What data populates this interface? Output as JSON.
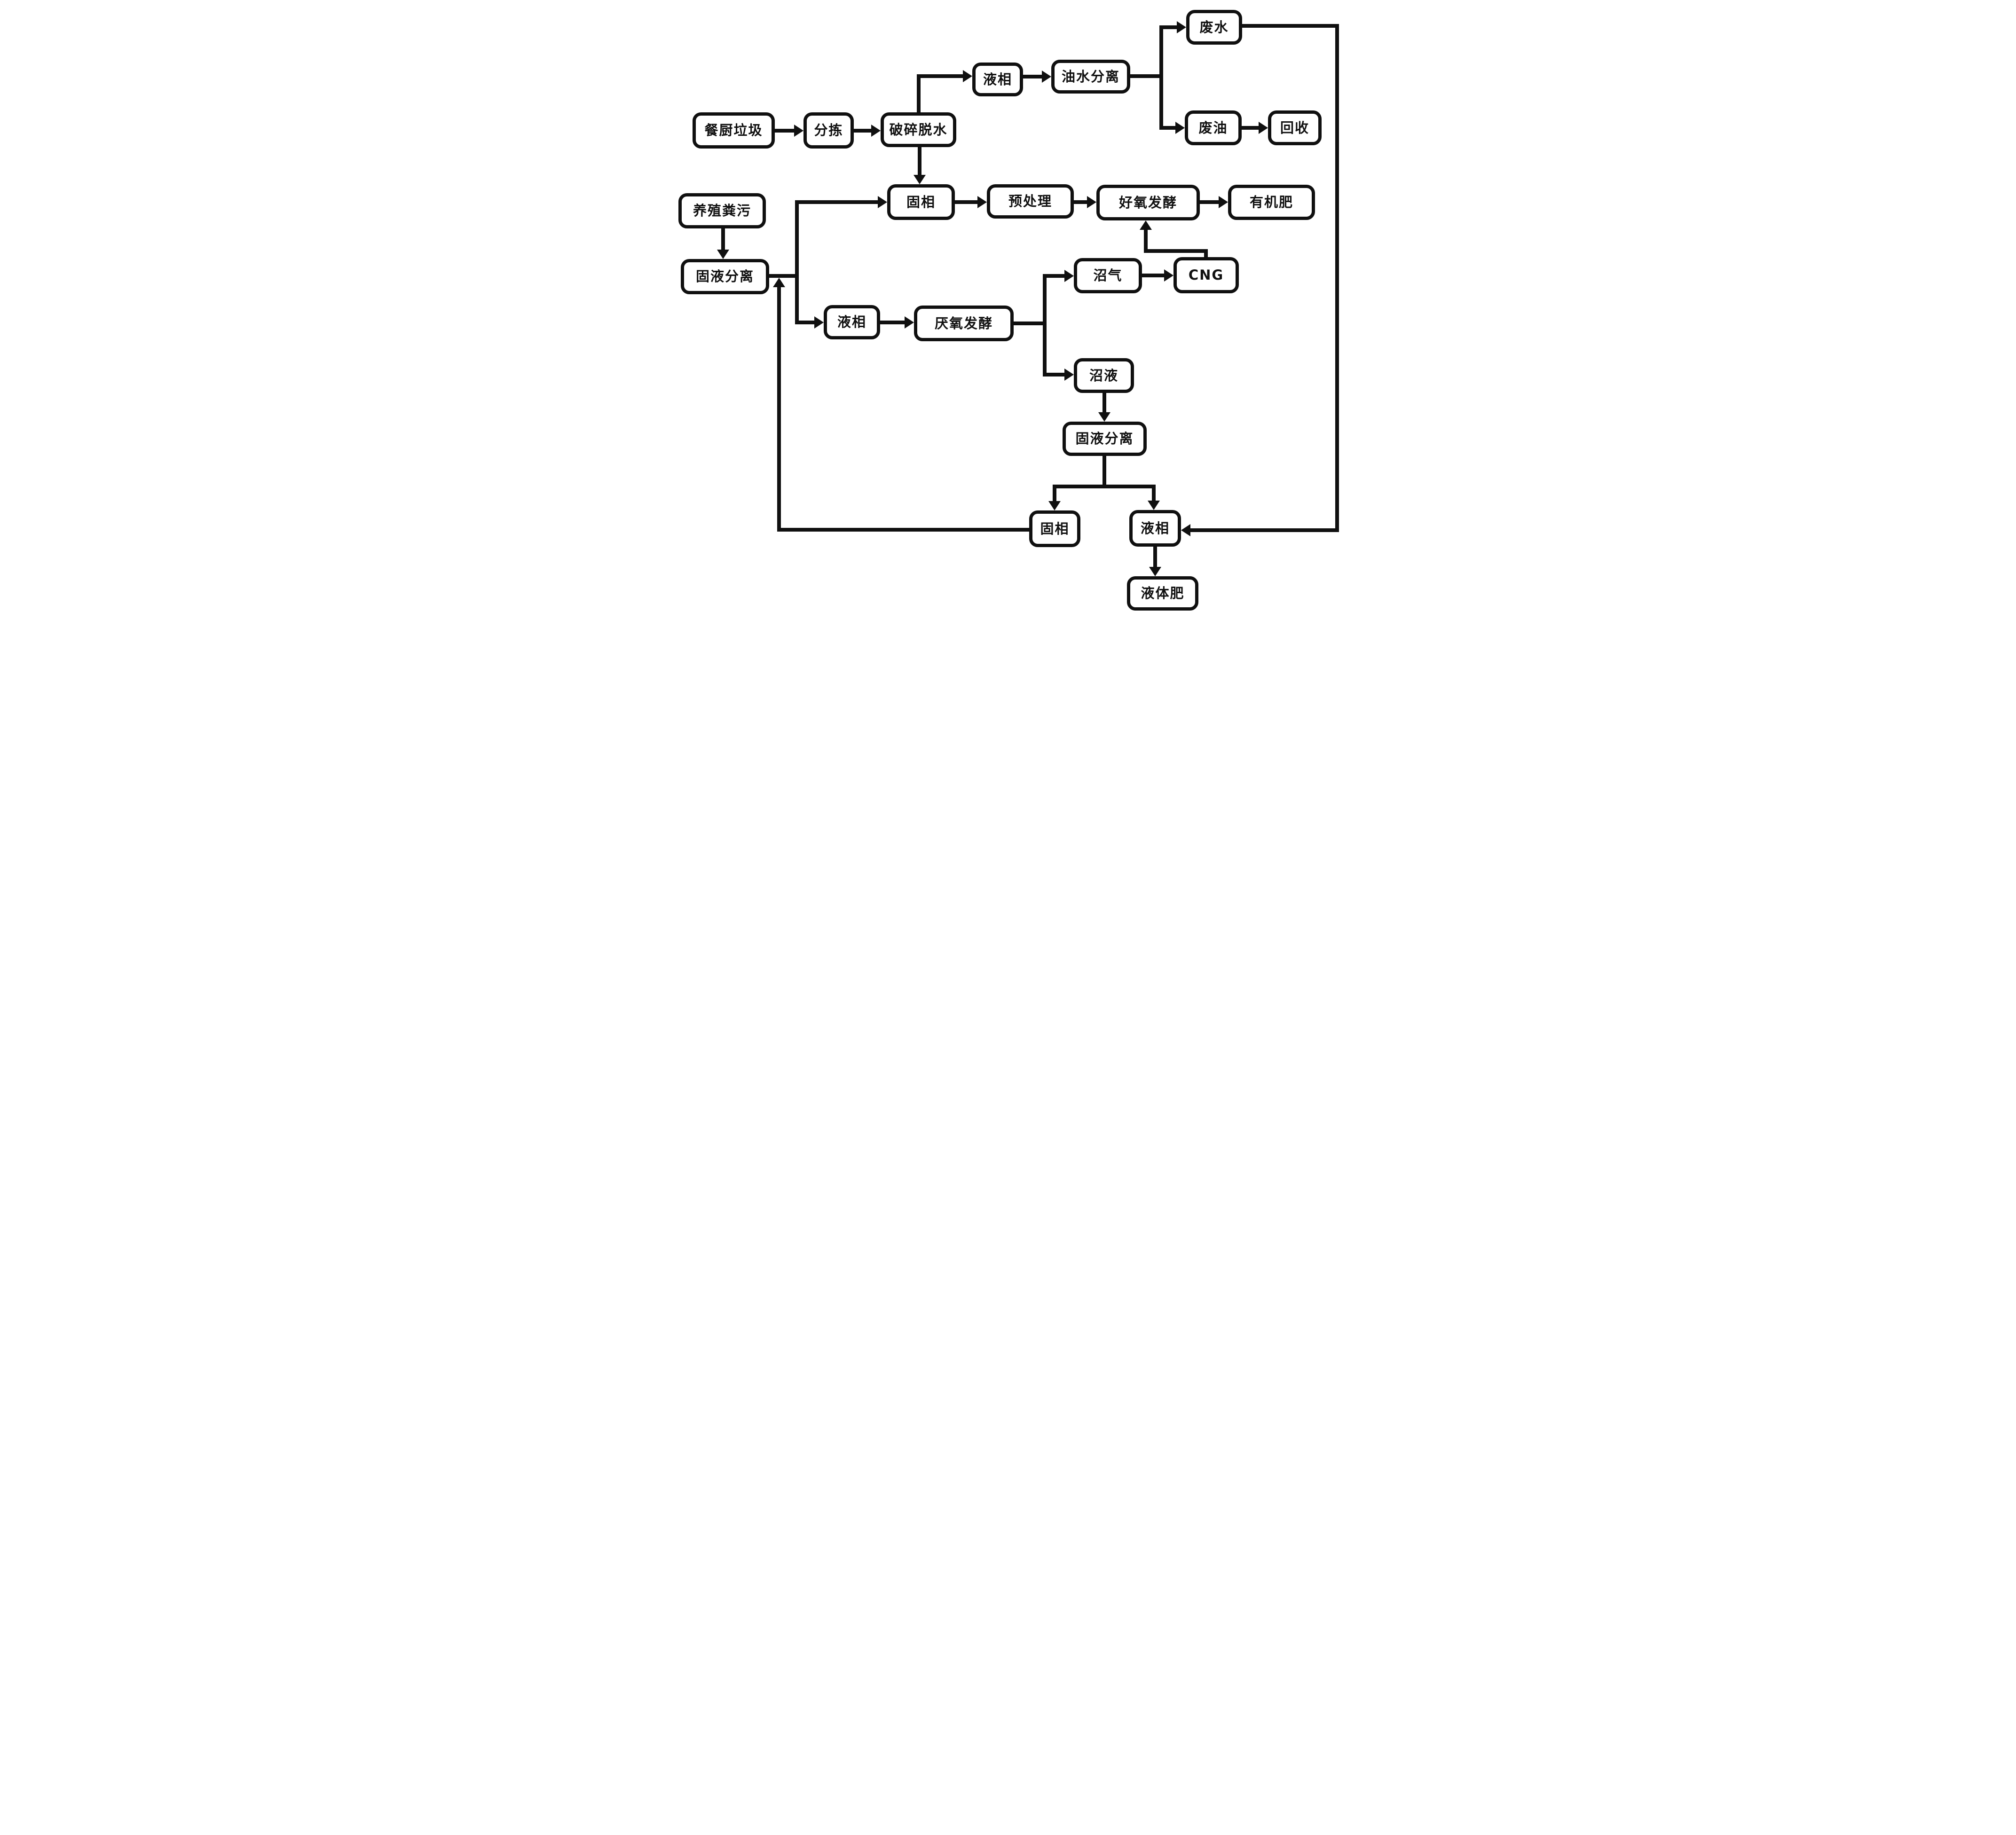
{
  "diagram": {
    "type": "flowchart",
    "background_color": "#ffffff",
    "stroke_color": "#101010",
    "nodes": [
      {
        "id": "kitchen_waste",
        "label": "餐厨垃圾"
      },
      {
        "id": "sorting",
        "label": "分拣"
      },
      {
        "id": "crushing_dewatering",
        "label": "破碎脱水"
      },
      {
        "id": "liquid_phase_top",
        "label": "液相"
      },
      {
        "id": "oil_water_separation",
        "label": "油水分离"
      },
      {
        "id": "waste_water",
        "label": "废水"
      },
      {
        "id": "waste_oil",
        "label": "废油"
      },
      {
        "id": "recycling",
        "label": "回收"
      },
      {
        "id": "solid_phase_mid",
        "label": "固相"
      },
      {
        "id": "pretreatment",
        "label": "预处理"
      },
      {
        "id": "aerobic_fermentation",
        "label": "好氧发酵"
      },
      {
        "id": "organic_fertilizer",
        "label": "有机肥"
      },
      {
        "id": "livestock_manure",
        "label": "养殖粪污"
      },
      {
        "id": "solid_liquid_separation_1",
        "label": "固液分离"
      },
      {
        "id": "biogas",
        "label": "沼气"
      },
      {
        "id": "cng",
        "label": "CNG"
      },
      {
        "id": "liquid_phase_mid",
        "label": "液相"
      },
      {
        "id": "anaerobic_fermentation",
        "label": "厌氧发酵"
      },
      {
        "id": "biogas_slurry",
        "label": "沼液"
      },
      {
        "id": "solid_liquid_separation_2",
        "label": "固液分离"
      },
      {
        "id": "solid_phase_bottom",
        "label": "固相"
      },
      {
        "id": "liquid_phase_bottom",
        "label": "液相"
      },
      {
        "id": "liquid_fertilizer",
        "label": "液体肥"
      }
    ],
    "edges": [
      {
        "from": "kitchen_waste",
        "to": "sorting"
      },
      {
        "from": "sorting",
        "to": "crushing_dewatering"
      },
      {
        "from": "crushing_dewatering",
        "to": "liquid_phase_top"
      },
      {
        "from": "crushing_dewatering",
        "to": "solid_phase_mid"
      },
      {
        "from": "liquid_phase_top",
        "to": "oil_water_separation"
      },
      {
        "from": "oil_water_separation",
        "to": "waste_water"
      },
      {
        "from": "oil_water_separation",
        "to": "waste_oil"
      },
      {
        "from": "waste_oil",
        "to": "recycling"
      },
      {
        "from": "waste_water",
        "to": "liquid_phase_bottom"
      },
      {
        "from": "solid_phase_mid",
        "to": "pretreatment"
      },
      {
        "from": "pretreatment",
        "to": "aerobic_fermentation"
      },
      {
        "from": "aerobic_fermentation",
        "to": "organic_fertilizer"
      },
      {
        "from": "livestock_manure",
        "to": "solid_liquid_separation_1"
      },
      {
        "from": "solid_liquid_separation_1",
        "to": "solid_phase_mid"
      },
      {
        "from": "solid_liquid_separation_1",
        "to": "liquid_phase_mid"
      },
      {
        "from": "liquid_phase_mid",
        "to": "anaerobic_fermentation"
      },
      {
        "from": "anaerobic_fermentation",
        "to": "biogas"
      },
      {
        "from": "anaerobic_fermentation",
        "to": "biogas_slurry"
      },
      {
        "from": "biogas",
        "to": "cng"
      },
      {
        "from": "cng",
        "to": "aerobic_fermentation"
      },
      {
        "from": "biogas_slurry",
        "to": "solid_liquid_separation_2"
      },
      {
        "from": "solid_liquid_separation_2",
        "to": "solid_phase_bottom"
      },
      {
        "from": "solid_liquid_separation_2",
        "to": "liquid_phase_bottom"
      },
      {
        "from": "solid_phase_bottom",
        "to": "solid_liquid_separation_1"
      },
      {
        "from": "liquid_phase_bottom",
        "to": "liquid_fertilizer"
      }
    ]
  }
}
